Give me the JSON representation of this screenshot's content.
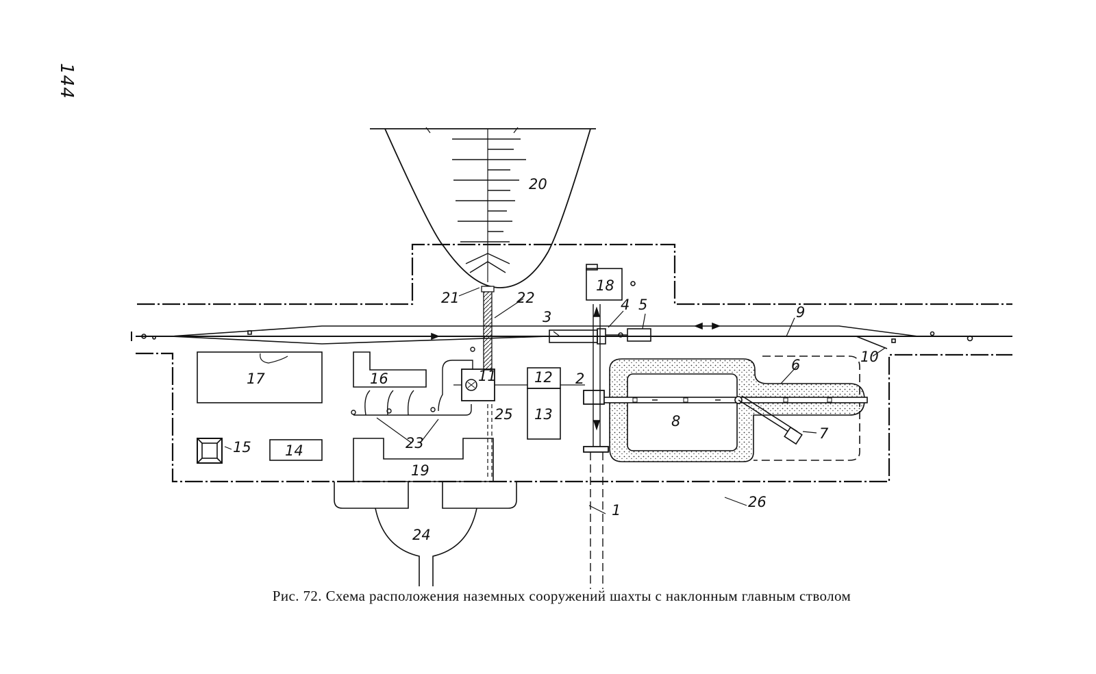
{
  "page_number": "144",
  "caption": "Рис. 72. Схема расположения наземных сооружений шахты с наклонным главным стволом",
  "labels": {
    "l1": "1",
    "l2": "2",
    "l3": "3",
    "l4": "4",
    "l5": "5",
    "l6": "6",
    "l7": "7",
    "l8": "8",
    "l9": "9",
    "l10": "10",
    "l11": "11",
    "l12": "12",
    "l13": "13",
    "l14": "14",
    "l15": "15",
    "l16": "16",
    "l17": "17",
    "l18": "18",
    "l19": "19",
    "l20": "20",
    "l21": "21",
    "l22": "22",
    "l23": "23",
    "l24": "24",
    "l25": "25",
    "l26": "26"
  }
}
